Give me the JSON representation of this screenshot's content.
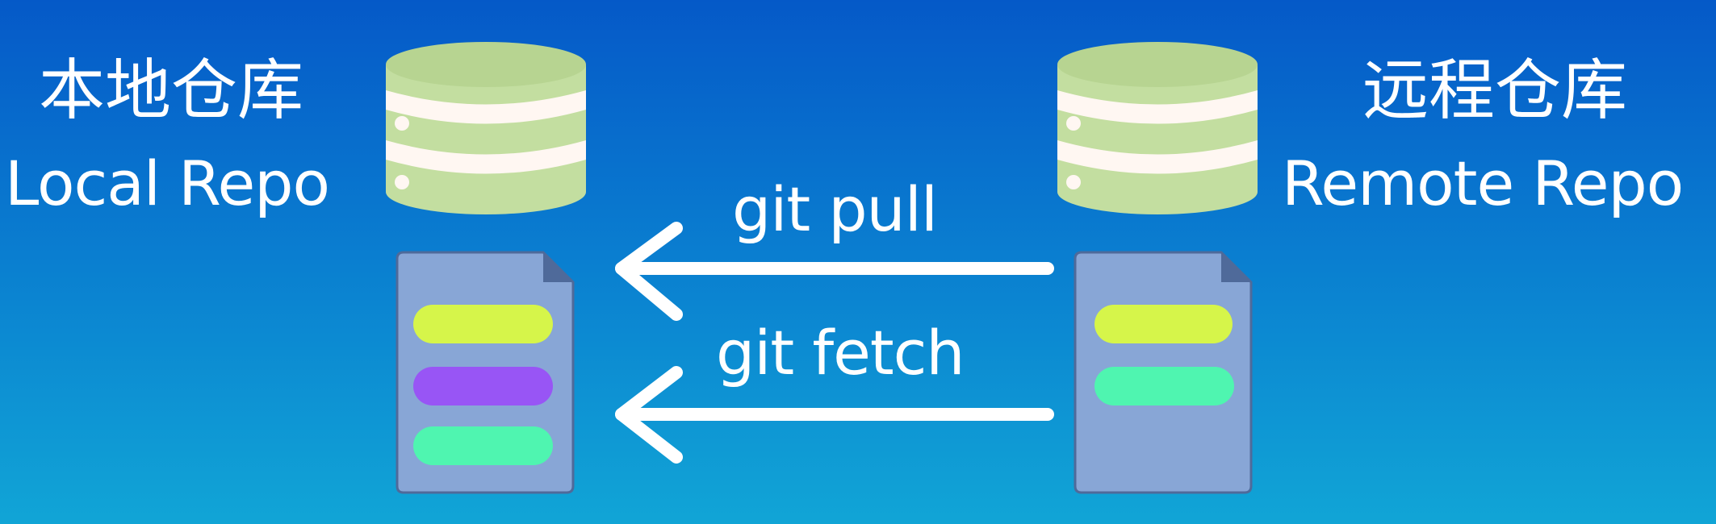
{
  "local": {
    "title_zh": "本地仓库",
    "title_en": "Local Repo"
  },
  "remote": {
    "title_zh": "远程仓库",
    "title_en": "Remote Repo"
  },
  "commands": {
    "pull": "git pull",
    "fetch": "git fetch"
  },
  "colors": {
    "database": "#c3dea0",
    "database_band": "#fff7f2",
    "document": "#88a6d6",
    "document_fold": "#4f6a9a",
    "line_yellow": "#d6f54a",
    "line_purple": "#9855f5",
    "line_green": "#4ff5b0",
    "arrow": "#ffffff"
  },
  "icons": {
    "local_database": "database-icon",
    "remote_database": "database-icon",
    "local_document": "document-icon",
    "remote_document": "document-icon"
  },
  "local_document_lines": [
    "yellow",
    "purple",
    "green"
  ],
  "remote_document_lines": [
    "yellow",
    "green"
  ]
}
